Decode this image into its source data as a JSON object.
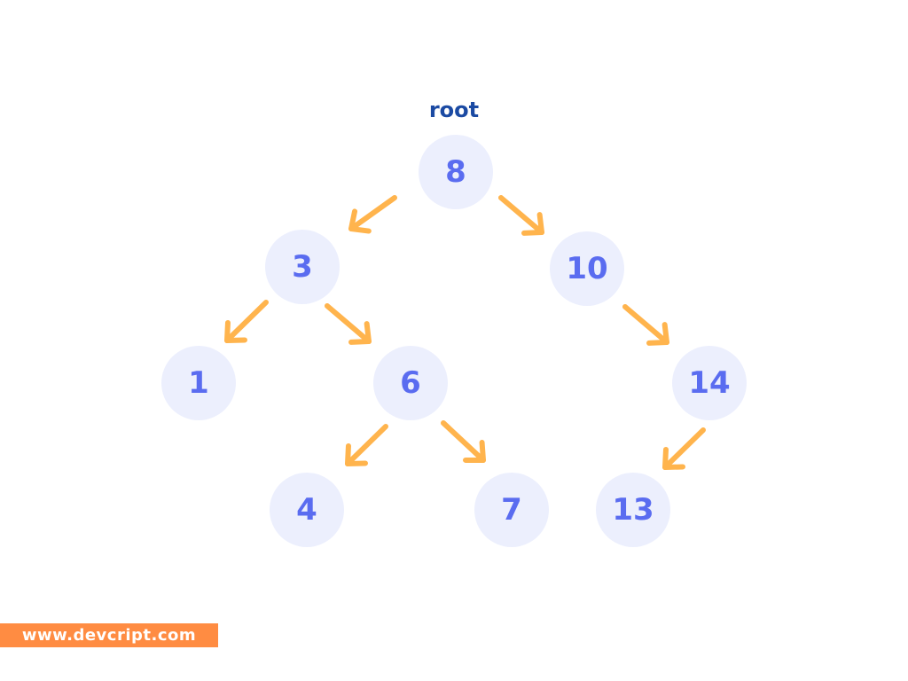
{
  "root_label": "root",
  "watermark": "www.devcript.com",
  "colors": {
    "node_fill": "#eceffd",
    "node_text": "#5a6cf0",
    "arrow": "#ffb44d",
    "root_label": "#1b4aa3",
    "watermark_bg": "#ff8c42"
  },
  "nodes": [
    {
      "id": "n8",
      "value": "8"
    },
    {
      "id": "n3",
      "value": "3"
    },
    {
      "id": "n10",
      "value": "10"
    },
    {
      "id": "n1",
      "value": "1"
    },
    {
      "id": "n6",
      "value": "6"
    },
    {
      "id": "n14",
      "value": "14"
    },
    {
      "id": "n4",
      "value": "4"
    },
    {
      "id": "n7",
      "value": "7"
    },
    {
      "id": "n13",
      "value": "13"
    }
  ],
  "edges": [
    {
      "from": "n8",
      "to": "n3"
    },
    {
      "from": "n8",
      "to": "n10"
    },
    {
      "from": "n3",
      "to": "n1"
    },
    {
      "from": "n3",
      "to": "n6"
    },
    {
      "from": "n10",
      "to": "n14"
    },
    {
      "from": "n6",
      "to": "n4"
    },
    {
      "from": "n6",
      "to": "n7"
    },
    {
      "from": "n14",
      "to": "n13"
    }
  ]
}
